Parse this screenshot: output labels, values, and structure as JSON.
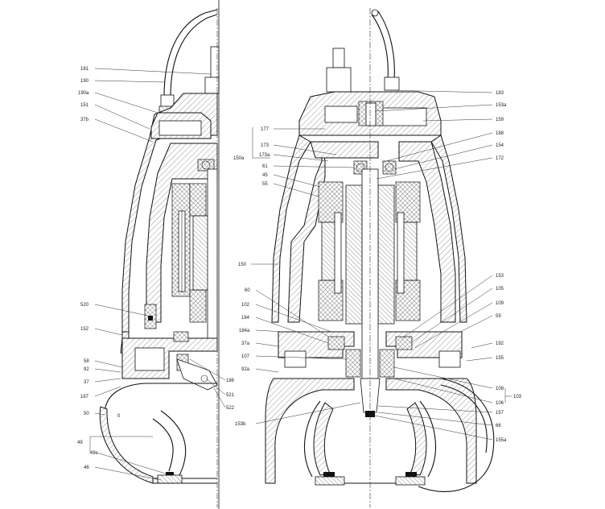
{
  "labels_left": [
    {
      "id": "181",
      "text": "181"
    },
    {
      "id": "190",
      "text": "190"
    },
    {
      "id": "190a",
      "text": "190a"
    },
    {
      "id": "151",
      "text": "151"
    },
    {
      "id": "37b",
      "text": "37b"
    },
    {
      "id": "520",
      "text": "520"
    },
    {
      "id": "152",
      "text": "152"
    },
    {
      "id": "58",
      "text": "58"
    },
    {
      "id": "92",
      "text": "92"
    },
    {
      "id": "37",
      "text": "37"
    },
    {
      "id": "187",
      "text": "187"
    },
    {
      "id": "50",
      "text": "50"
    },
    {
      "id": "49",
      "text": "49"
    },
    {
      "id": "49c",
      "text": "49c"
    },
    {
      "id": "46",
      "text": "46"
    }
  ],
  "labels_left_inner": [
    {
      "id": "186",
      "text": "186"
    },
    {
      "id": "521",
      "text": "521"
    },
    {
      "id": "522",
      "text": "522"
    }
  ],
  "labels_center": [
    {
      "id": "177",
      "text": "177"
    },
    {
      "id": "173",
      "text": "173"
    },
    {
      "id": "173a",
      "text": "173a"
    },
    {
      "id": "150a",
      "text": "150a"
    },
    {
      "id": "61",
      "text": "61"
    },
    {
      "id": "45",
      "text": "45"
    },
    {
      "id": "55",
      "text": "55"
    },
    {
      "id": "150",
      "text": "150"
    },
    {
      "id": "60",
      "text": "60"
    },
    {
      "id": "102",
      "text": "102"
    },
    {
      "id": "184",
      "text": "184"
    },
    {
      "id": "184a",
      "text": "184a"
    },
    {
      "id": "37a",
      "text": "37a"
    },
    {
      "id": "107",
      "text": "107"
    },
    {
      "id": "92a",
      "text": "92a"
    },
    {
      "id": "153b",
      "text": "153b"
    }
  ],
  "labels_right": [
    {
      "id": "183",
      "text": "183"
    },
    {
      "id": "153a",
      "text": "153a"
    },
    {
      "id": "159",
      "text": "159"
    },
    {
      "id": "188",
      "text": "188"
    },
    {
      "id": "154",
      "text": "154"
    },
    {
      "id": "172",
      "text": "172"
    },
    {
      "id": "153",
      "text": "153"
    },
    {
      "id": "105",
      "text": "105"
    },
    {
      "id": "109",
      "text": "109"
    },
    {
      "id": "59",
      "text": "59"
    },
    {
      "id": "192",
      "text": "192"
    },
    {
      "id": "155",
      "text": "155"
    },
    {
      "id": "108",
      "text": "108"
    },
    {
      "id": "106",
      "text": "106"
    },
    {
      "id": "103",
      "text": "103"
    },
    {
      "id": "157",
      "text": "157"
    },
    {
      "id": "66",
      "text": "66"
    },
    {
      "id": "155a",
      "text": "155a"
    }
  ],
  "volute_mark": {
    "text": "0"
  }
}
